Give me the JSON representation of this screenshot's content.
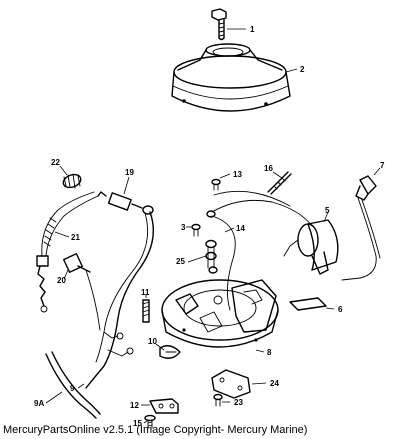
{
  "callouts": {
    "c1": "1",
    "c2": "2",
    "c3": "3",
    "c5": "5",
    "c6": "6",
    "c7": "7",
    "c8": "8",
    "c9": "9",
    "c9a": "9A",
    "c10": "10",
    "c11": "11",
    "c12": "12",
    "c13": "13",
    "c14": "14",
    "c15": "15",
    "c16": "16",
    "c19": "19",
    "c20": "20",
    "c21": "21",
    "c22": "22",
    "c23": "23",
    "c24": "24",
    "c25": "25"
  },
  "caption": "MercuryPartsOnline v2.5.1 (Image Copyright- Mercury Marine)"
}
